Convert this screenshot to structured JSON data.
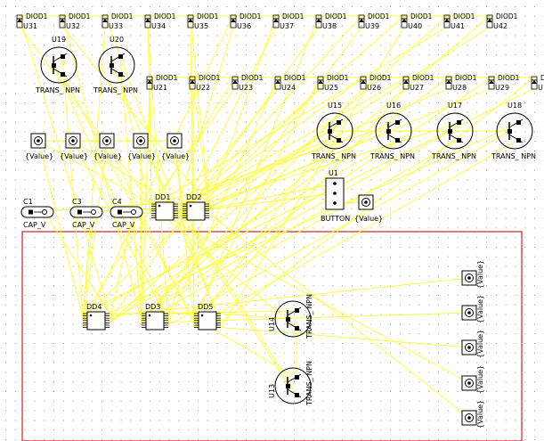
{
  "colors": {
    "background": "#ffffff",
    "grid_dot": "#9a9a9a",
    "wire": "#ffff33",
    "outline": "#000000",
    "board_edge": "#cc2222"
  },
  "labels": {
    "diode": "DIOD1",
    "transistor": "TRANS_ NPN",
    "value": "{Value}",
    "capacitor": "CAP_V",
    "button": "BUTTON"
  },
  "diodes_row1": [
    "U31",
    "U32",
    "U33",
    "U34",
    "U35",
    "U36",
    "U37",
    "U38",
    "U39",
    "U40",
    "U41",
    "U42"
  ],
  "diodes_row2": [
    "U21",
    "U22",
    "U23",
    "U24",
    "U25",
    "U26",
    "U27",
    "U28",
    "U29",
    "U"
  ],
  "transistors": [
    "U19",
    "U20",
    "U15",
    "U16",
    "U17",
    "U18",
    "U14",
    "U13"
  ],
  "capacitors": [
    "C1",
    "C3",
    "C4"
  ],
  "chips": [
    "DD1",
    "DD2",
    "DD4",
    "DD3",
    "DD5"
  ],
  "button": {
    "ref": "U1"
  }
}
